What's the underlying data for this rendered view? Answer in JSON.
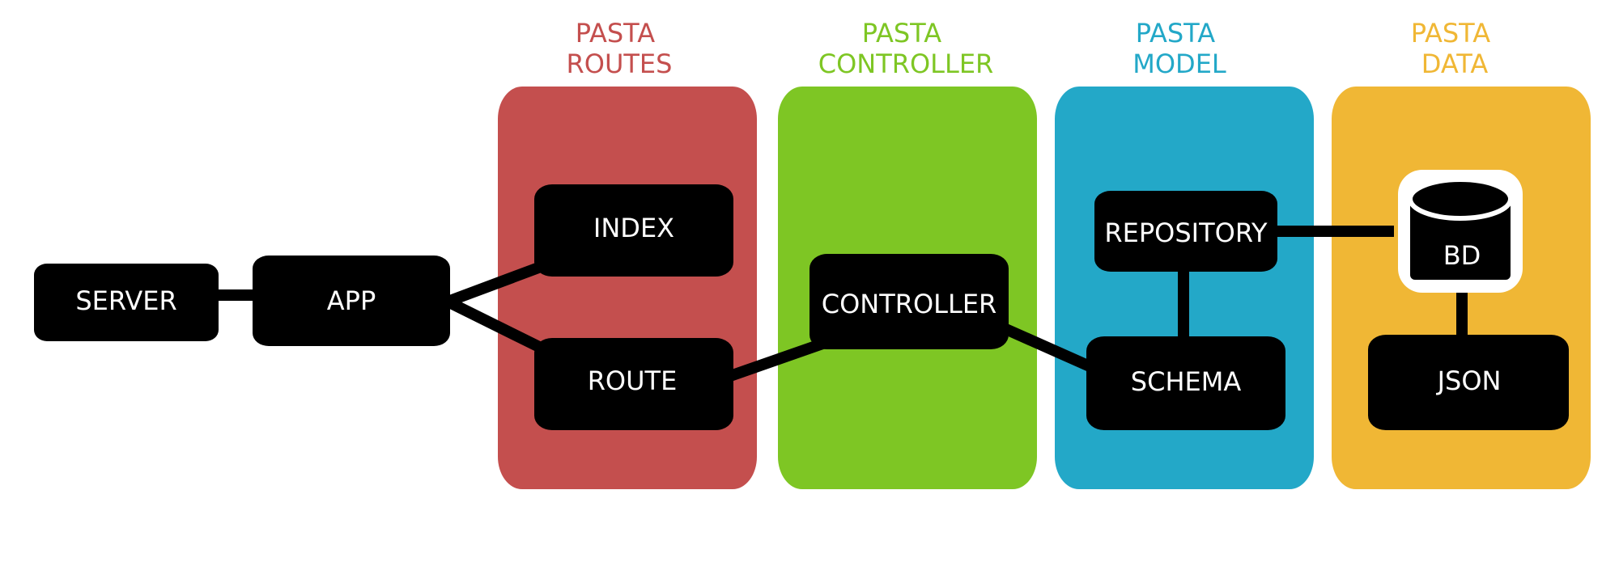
{
  "columns": [
    {
      "id": "routes",
      "line1": "PASTA",
      "line2": "ROUTES",
      "color": "#c44f4e"
    },
    {
      "id": "controller",
      "line1": "PASTA",
      "line2": "CONTROLLER",
      "color": "#7ec624"
    },
    {
      "id": "model",
      "line1": "PASTA",
      "line2": "MODEL",
      "color": "#23a8c8"
    },
    {
      "id": "data",
      "line1": "PASTA",
      "line2": "DATA",
      "color": "#f0b735"
    }
  ],
  "nodes": {
    "server": "SERVER",
    "app": "APP",
    "index": "INDEX",
    "route": "ROUTE",
    "controller": "CONTROLLER",
    "repository": "REPOSITORY",
    "schema": "SCHEMA",
    "bd": "BD",
    "json": "JSON"
  }
}
